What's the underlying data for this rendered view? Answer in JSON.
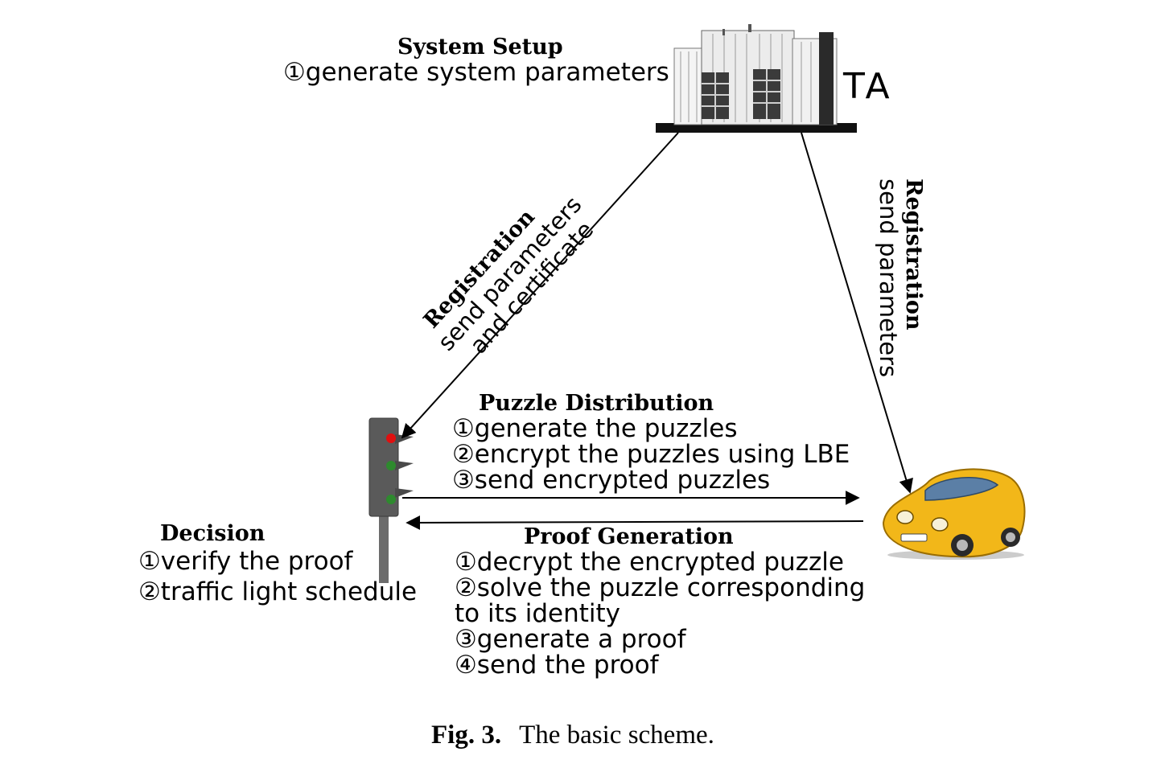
{
  "ta": {
    "label": "TA",
    "heading": "System Setup",
    "steps": [
      "①generate system parameters"
    ]
  },
  "reg_left": {
    "heading": "Registration",
    "lines": [
      "send parameters",
      "and certificate"
    ]
  },
  "reg_right": {
    "heading": "Registration",
    "lines": [
      "send parameters"
    ]
  },
  "puzzle": {
    "heading": "Puzzle Distribution",
    "steps": [
      "①generate the puzzles",
      "②encrypt the puzzles using LBE",
      "③send encrypted puzzles"
    ]
  },
  "proof": {
    "heading": "Proof Generation",
    "steps": [
      "①decrypt the encrypted puzzle",
      "②solve the puzzle corresponding",
      "to its identity",
      "③generate a proof",
      "④send the proof"
    ]
  },
  "decision": {
    "heading": "Decision",
    "steps": [
      "①verify the proof",
      "②traffic light schedule"
    ]
  },
  "caption": {
    "label": "Fig. 3.",
    "text": "The basic scheme."
  },
  "colors": {
    "car_body": "#f2b719",
    "red_light": "#e01010",
    "green_light": "#2e8a2e",
    "pole": "#6b6b6b"
  },
  "icons": [
    "building-icon",
    "traffic-light-icon",
    "car-icon"
  ]
}
